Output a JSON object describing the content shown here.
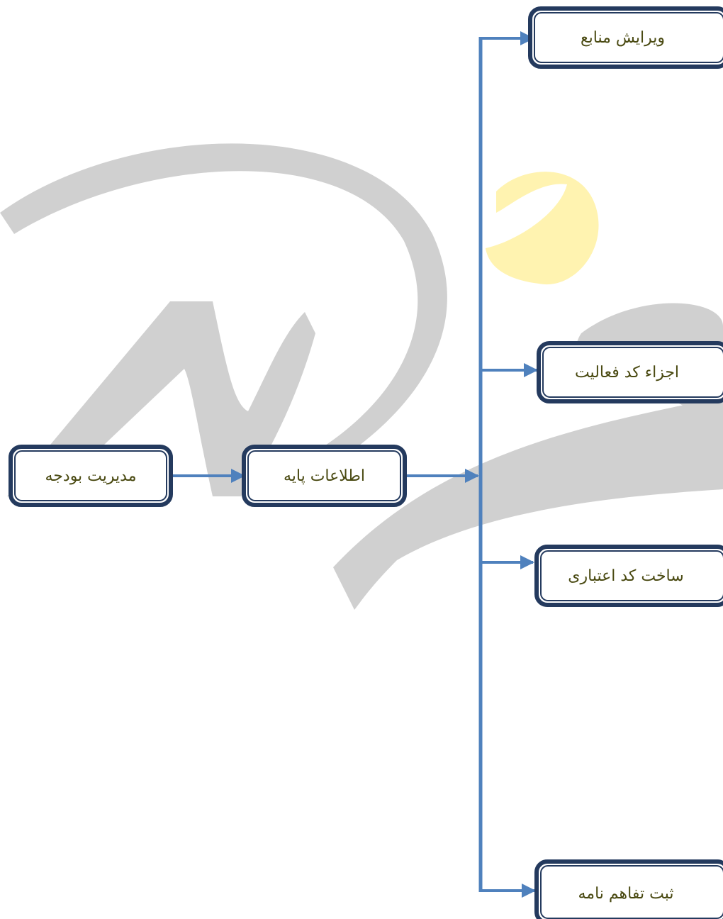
{
  "diagram": {
    "root": {
      "label": "مدیریت بودجه"
    },
    "level1": {
      "label": "اطلاعات پایه"
    },
    "children": [
      {
        "label": "ویرایش منابع"
      },
      {
        "label": "اجزاء کد فعالیت"
      },
      {
        "label": "ساخت کد اعتباری"
      },
      {
        "label": "ثبت تفاهم نامه"
      }
    ]
  },
  "colors": {
    "connector": "#4f81bd",
    "box_border": "#243a5e",
    "label_text": "#4a4a12",
    "watermark_gray": "#d0d0d0",
    "watermark_yellow": "#fff3b0"
  }
}
